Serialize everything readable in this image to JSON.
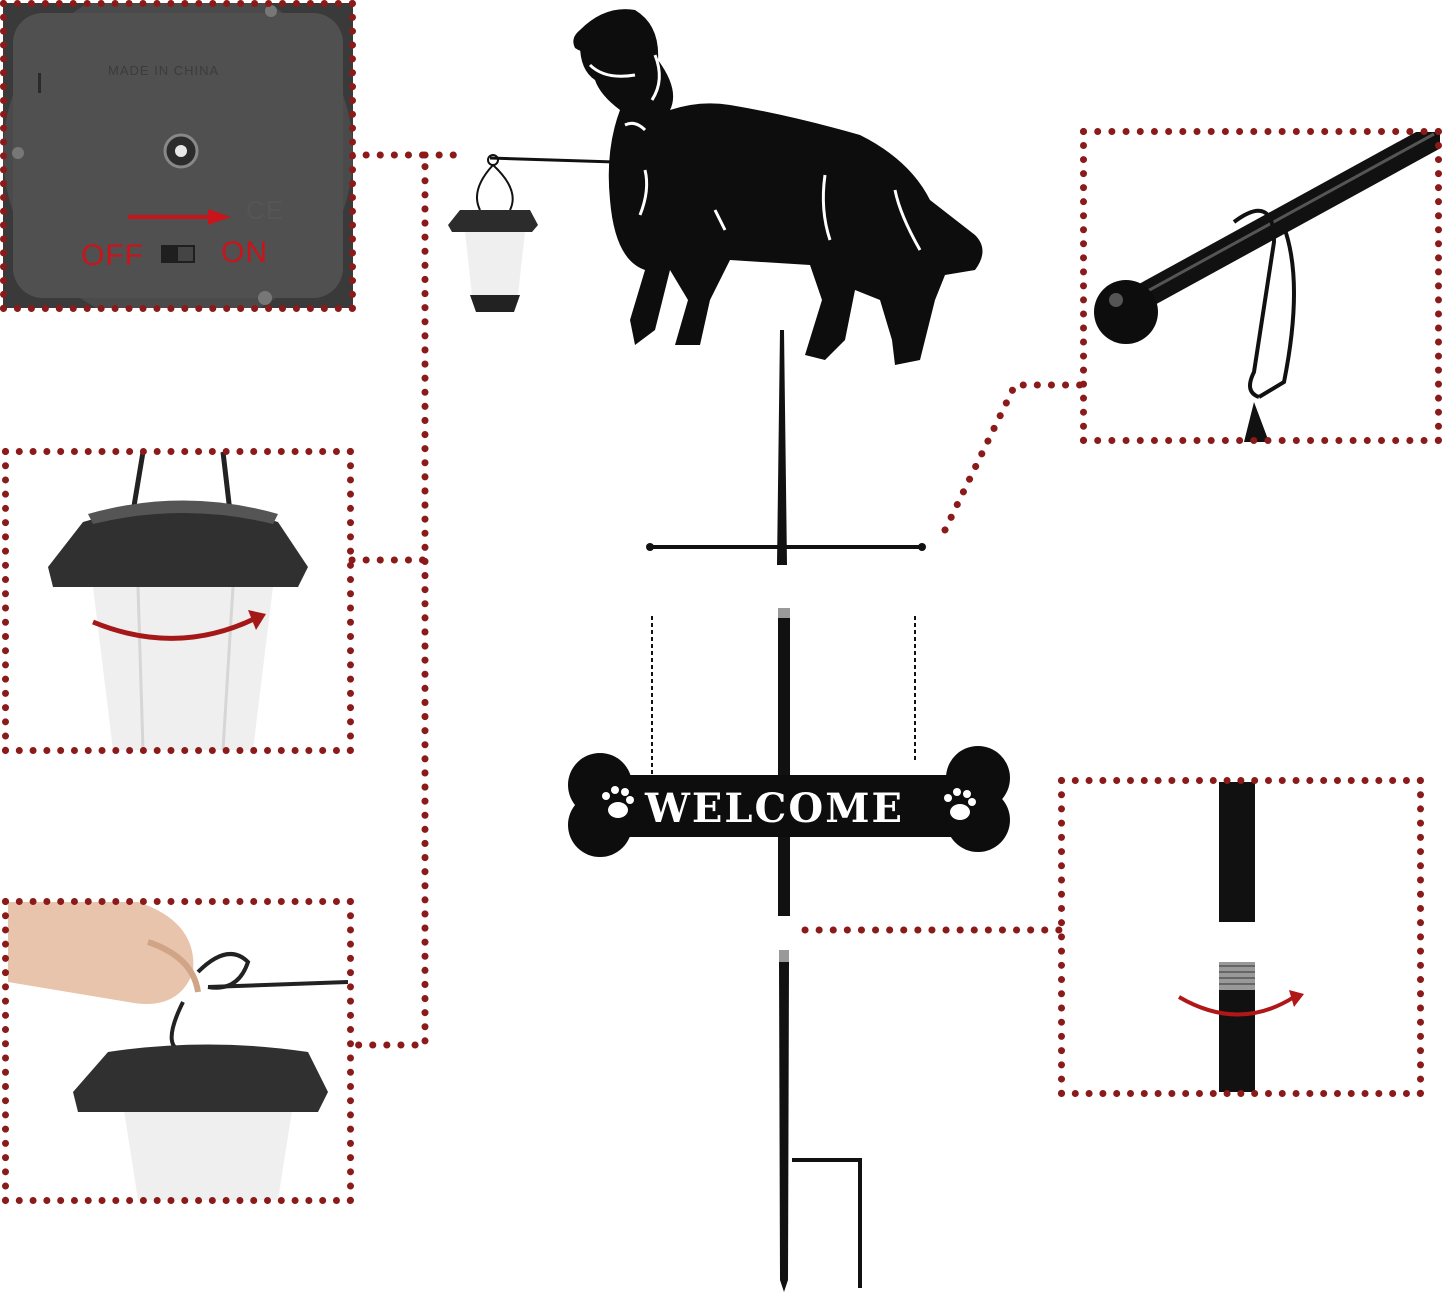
{
  "switch_panel": {
    "made_in_label": "MADE IN CHINA",
    "off_label": "OFF",
    "on_label": "ON",
    "ce_mark": "CE"
  },
  "sign": {
    "text": "WELCOME"
  },
  "colors": {
    "accent": "#8b1a1a",
    "arrow_red": "#c8151b",
    "silhouette": "#0d0d0d"
  }
}
